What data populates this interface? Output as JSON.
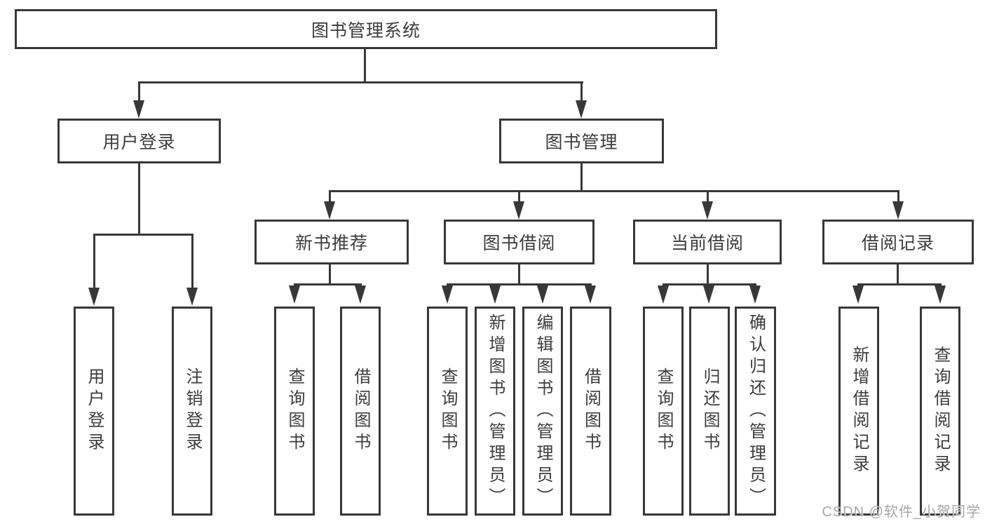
{
  "diagram": {
    "root": {
      "label": "图书管理系统"
    },
    "level1": [
      {
        "id": "user-login",
        "label": "用户登录"
      },
      {
        "id": "book-management",
        "label": "图书管理"
      }
    ],
    "level2": [
      {
        "id": "new-book-recommend",
        "label": "新书推荐"
      },
      {
        "id": "book-borrow",
        "label": "图书借阅"
      },
      {
        "id": "current-borrow",
        "label": "当前借阅"
      },
      {
        "id": "borrow-records",
        "label": "借阅记录"
      }
    ],
    "leaves": [
      {
        "parent": "user-login",
        "label": "用户登录"
      },
      {
        "parent": "user-login",
        "label": "注销登录"
      },
      {
        "parent": "new-book-recommend",
        "label": "查询图书"
      },
      {
        "parent": "new-book-recommend",
        "label": "借阅图书"
      },
      {
        "parent": "book-borrow",
        "label": "查询图书"
      },
      {
        "parent": "book-borrow",
        "label": "新增图书（管理员）"
      },
      {
        "parent": "book-borrow",
        "label": "编辑图书（管理员）"
      },
      {
        "parent": "book-borrow",
        "label": "借阅图书"
      },
      {
        "parent": "current-borrow",
        "label": "查询图书"
      },
      {
        "parent": "current-borrow",
        "label": "归还图书"
      },
      {
        "parent": "current-borrow",
        "label": "确认归还（管理员）"
      },
      {
        "parent": "borrow-records",
        "label": "新增借阅记录"
      },
      {
        "parent": "borrow-records",
        "label": "查询借阅记录"
      }
    ]
  },
  "watermark": {
    "text": "CSDN @软件_小贺同学"
  },
  "colors": {
    "line": "#383838",
    "text": "#3c3c3c",
    "watermark": "#a6a6a6",
    "background": "#ffffff"
  }
}
